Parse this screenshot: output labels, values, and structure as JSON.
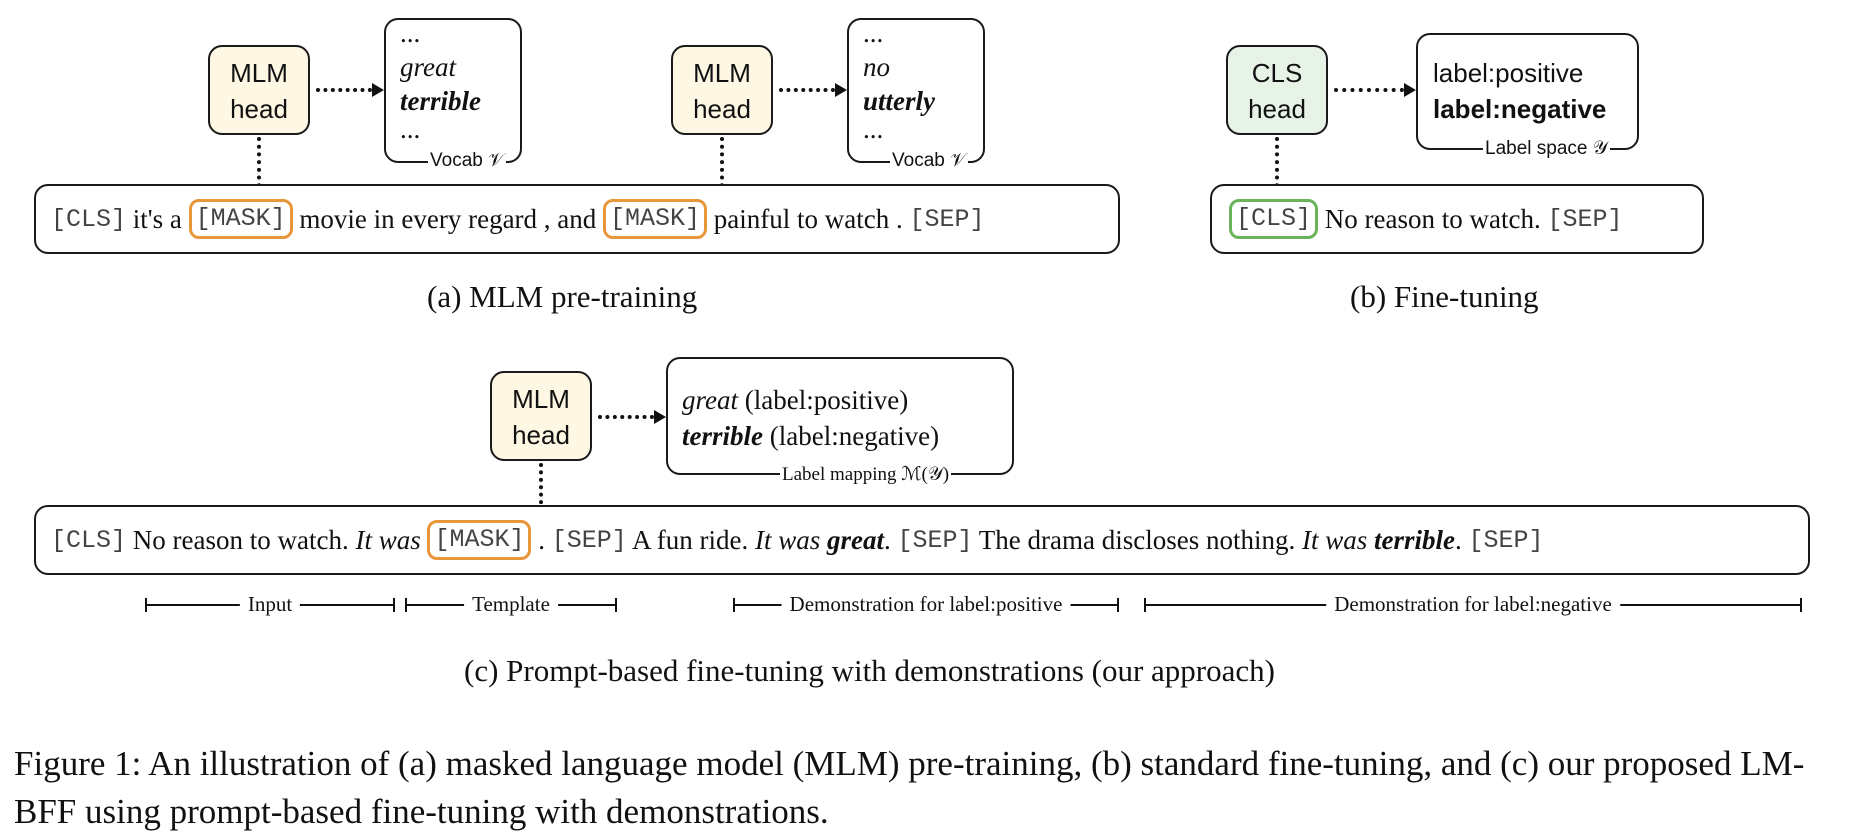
{
  "panel_a": {
    "head1": {
      "line1": "MLM",
      "line2": "head"
    },
    "vocab1": {
      "dots_top": "...",
      "word1": "great",
      "word2": "terrible",
      "dots_bottom": "...",
      "label": "Vocab 𝒱"
    },
    "head2": {
      "line1": "MLM",
      "line2": "head"
    },
    "vocab2": {
      "dots_top": "...",
      "word1": "no",
      "word2": "utterly",
      "dots_bottom": "...",
      "label": "Vocab 𝒱"
    },
    "sentence": {
      "cls": "[CLS]",
      "t1": " it's a ",
      "mask1": "[MASK]",
      "t2": " movie in every regard , and ",
      "mask2": "[MASK]",
      "t3": " painful to watch . ",
      "sep": "[SEP]"
    },
    "caption": "(a) MLM pre-training"
  },
  "panel_b": {
    "head": {
      "line1": "CLS",
      "line2": "head"
    },
    "labels": {
      "pos": "label:positive",
      "neg": "label:negative",
      "space_label": "Label space 𝒴"
    },
    "sentence": {
      "cls": "[CLS]",
      "text": " No reason to watch. ",
      "sep": "[SEP]"
    },
    "caption": "(b) Fine-tuning"
  },
  "panel_c": {
    "head": {
      "line1": "MLM",
      "line2": "head"
    },
    "mapping": {
      "w1": "great",
      "l1": " (label:positive)",
      "w2": "terrible",
      "l2": " (label:negative)",
      "label": "Label mapping ℳ(𝒴)"
    },
    "sentence": {
      "cls": "[CLS]",
      "t1": " No reason to watch. ",
      "itwas1": "It was ",
      "mask": "[MASK]",
      "dot1": " . ",
      "sep1": "[SEP]",
      "t2": " A fun ride. ",
      "itwas2": "It was ",
      "great": "great",
      "dot2": ". ",
      "sep2": "[SEP]",
      "t3": " The drama discloses nothing. ",
      "itwas3": "It was ",
      "terrible": "terrible",
      "dot3": ". ",
      "sep3": "[SEP]"
    },
    "brackets": {
      "input": "Input",
      "template": "Template",
      "demo_pos": "Demonstration for label:positive",
      "demo_neg": "Demonstration for label:negative"
    },
    "caption": "(c) Prompt-based fine-tuning with demonstrations (our approach)"
  },
  "figure_caption": "Figure 1: An illustration of (a) masked language model (MLM) pre-training, (b) standard fine-tuning, and (c) our proposed LM-BFF using prompt-based fine-tuning with demonstrations.",
  "colors": {
    "mask_border": "#e8963a",
    "cls_border": "#6ab35a",
    "mlm_fill": "#fdf7e3",
    "cls_fill": "#e8f3e8"
  }
}
